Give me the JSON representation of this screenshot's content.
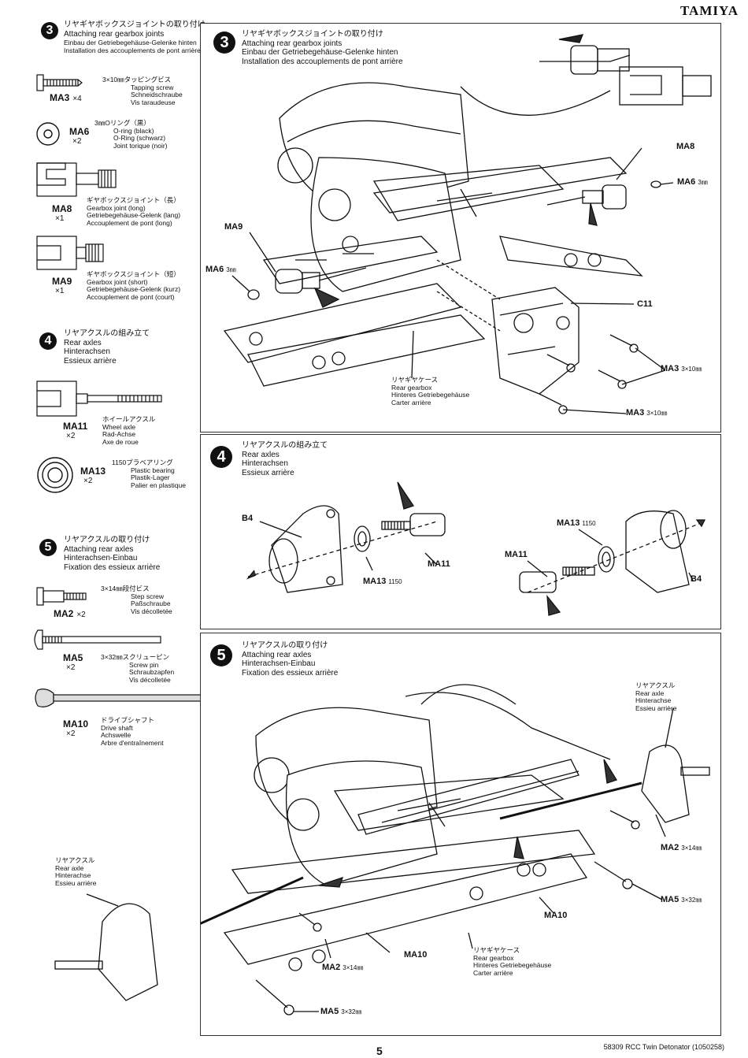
{
  "brand": "TAMIYA",
  "sidebar": {
    "step3": {
      "num": "3",
      "jp": "リヤギヤボックスジョイントの取り付け",
      "en": "Attaching rear gearbox joints",
      "de": "Einbau der Getriebegehäuse-Gelenke hinten",
      "fr": "Installation des accouplements de pont arrière",
      "parts": [
        {
          "code": "MA3",
          "qty": "×4",
          "jp": "3×10㎜タッピングビス",
          "en": "Tapping screw",
          "de": "Schneidschraube",
          "fr": "Vis taraudeuse"
        },
        {
          "code": "MA6",
          "qty": "×2",
          "jp": "3㎜Oリング（黒）",
          "en": "O-ring (black)",
          "de": "O-Ring (schwarz)",
          "fr": "Joint torique (noir)"
        },
        {
          "code": "MA8",
          "qty": "×1",
          "jp": "ギヤボックスジョイント（長）",
          "en": "Gearbox joint (long)",
          "de": "Getriebegehäuse-Gelenk (lang)",
          "fr": "Accouplement de pont (long)"
        },
        {
          "code": "MA9",
          "qty": "×1",
          "jp": "ギヤボックスジョイント（短）",
          "en": "Gearbox joint (short)",
          "de": "Getriebegehäuse-Gelenk (kurz)",
          "fr": "Accouplement de pont (court)"
        }
      ]
    },
    "step4": {
      "num": "4",
      "jp": "リヤアクスルの組み立て",
      "en": "Rear axles",
      "de": "Hinterachsen",
      "fr": "Essieux arrière",
      "parts": [
        {
          "code": "MA11",
          "qty": "×2",
          "jp": "ホイールアクスル",
          "en": "Wheel axle",
          "de": "Rad-Achse",
          "fr": "Axe de roue"
        },
        {
          "code": "MA13",
          "qty": "×2",
          "jp": "1150プラベアリング",
          "en": "Plastic bearing",
          "de": "Plastik-Lager",
          "fr": "Palier en plastique"
        }
      ]
    },
    "step5": {
      "num": "5",
      "jp": "リヤアクスルの取り付け",
      "en": "Attaching rear axles",
      "de": "Hinterachsen-Einbau",
      "fr": "Fixation des essieux arrière",
      "parts": [
        {
          "code": "MA2",
          "qty": "×2",
          "jp": "3×14㎜段付ビス",
          "en": "Step screw",
          "de": "Paßschraube",
          "fr": "Vis décolletée"
        },
        {
          "code": "MA5",
          "qty": "×2",
          "jp": "3×32㎜スクリューピン",
          "en": "Screw pin",
          "de": "Schraubzapfen",
          "fr": "Vis décolletée"
        },
        {
          "code": "MA10",
          "qty": "×2",
          "jp": "ドライブシャフト",
          "en": "Drive shaft",
          "de": "Achswelle",
          "fr": "Arbre d'entraînement"
        }
      ]
    }
  },
  "panel3": {
    "num": "3",
    "jp": "リヤギヤボックスジョイントの取り付け",
    "en": "Attaching rear gearbox joints",
    "de": "Einbau der Getriebegehäuse-Gelenke hinten",
    "fr": "Installation des accouplements de pont arrière",
    "labels": {
      "ma8": "MA8",
      "ma6_right": "MA6",
      "ma6_right_size": "3㎜",
      "ma9": "MA9",
      "ma6_left": "MA6",
      "ma6_left_size": "3㎜",
      "c11": "C11",
      "ma3_a": "MA3",
      "ma3_a_size": "3×10㎜",
      "ma3_b": "MA3",
      "ma3_b_size": "3×10㎜"
    },
    "caption": {
      "jp": "リヤギヤケース",
      "en": "Rear gearbox",
      "de": "Hinteres Getriebegehäuse",
      "fr": "Carter arrière"
    }
  },
  "panel4": {
    "num": "4",
    "jp": "リヤアクスルの組み立て",
    "en": "Rear axles",
    "de": "Hinterachsen",
    "fr": "Essieux arrière",
    "labels": {
      "b4_left": "B4",
      "ma11_left": "MA11",
      "ma13_left": "MA13",
      "ma13_left_size": "1150",
      "ma13_right": "MA13",
      "ma13_right_size": "1150",
      "ma11_right": "MA11",
      "b4_right": "B4"
    }
  },
  "panel5": {
    "num": "5",
    "jp": "リヤアクスルの取り付け",
    "en": "Attaching rear axles",
    "de": "Hinterachsen-Einbau",
    "fr": "Fixation des essieux arrière",
    "axle_right": {
      "jp": "リヤアクスル",
      "en": "Rear axle",
      "de": "Hinterachse",
      "fr": "Essieu arrière"
    },
    "axle_left": {
      "jp": "リヤアクスル",
      "en": "Rear axle",
      "de": "Hinterachse",
      "fr": "Essieu arrière"
    },
    "gearbox": {
      "jp": "リヤギヤケース",
      "en": "Rear gearbox",
      "de": "Hinteres Getriebegehäuse",
      "fr": "Carter arrière"
    },
    "labels": {
      "ma2_right": "MA2",
      "ma2_right_size": "3×14㎜",
      "ma5_right": "MA5",
      "ma5_right_size": "3×32㎜",
      "ma10_right": "MA10",
      "ma10_left": "MA10",
      "ma2_left": "MA2",
      "ma2_left_size": "3×14㎜",
      "ma5_left": "MA5",
      "ma5_left_size": "3×32㎜"
    }
  },
  "footer": {
    "page": "5",
    "model": "58309 RCC Twin Detonator (1050258)"
  }
}
